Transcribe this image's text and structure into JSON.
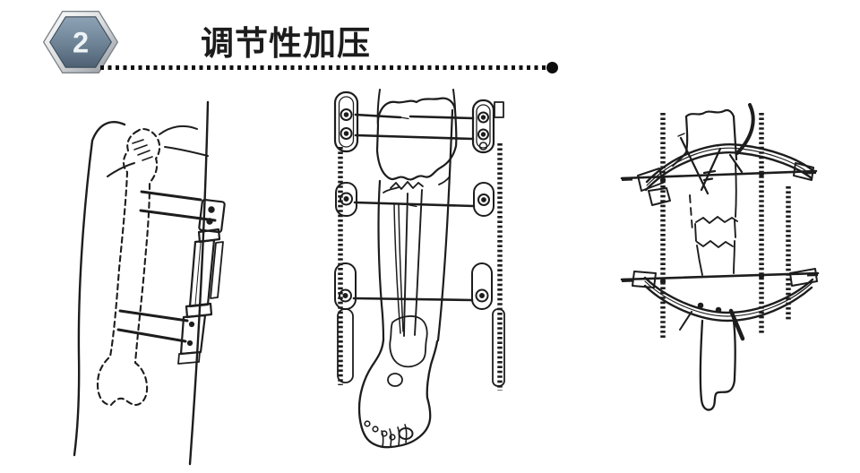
{
  "slide": {
    "background_color": "#ffffff",
    "line_art_color": "#1d1d1d",
    "header": {
      "badge_number": "2",
      "badge_icon": "hexagon-badge",
      "title": "调节性加压",
      "divider_style": "dotted-line-with-end-dot",
      "colors": {
        "badge_steel_top": "#8da2b4",
        "badge_steel_bottom": "#4d6173",
        "badge_rim_light": "#ffffff",
        "badge_rim_dark": "#8d9399",
        "badge_number_text": "#eef3f6",
        "title_text": "#1c1c1c",
        "divider_dots": "#101010"
      }
    },
    "figures": [
      {
        "name": "femur-unilateral-external-fixator-illustration"
      },
      {
        "name": "lower-leg-bilateral-external-fixator-illustration"
      },
      {
        "name": "bone-double-arc-external-fixator-illustration"
      }
    ]
  }
}
